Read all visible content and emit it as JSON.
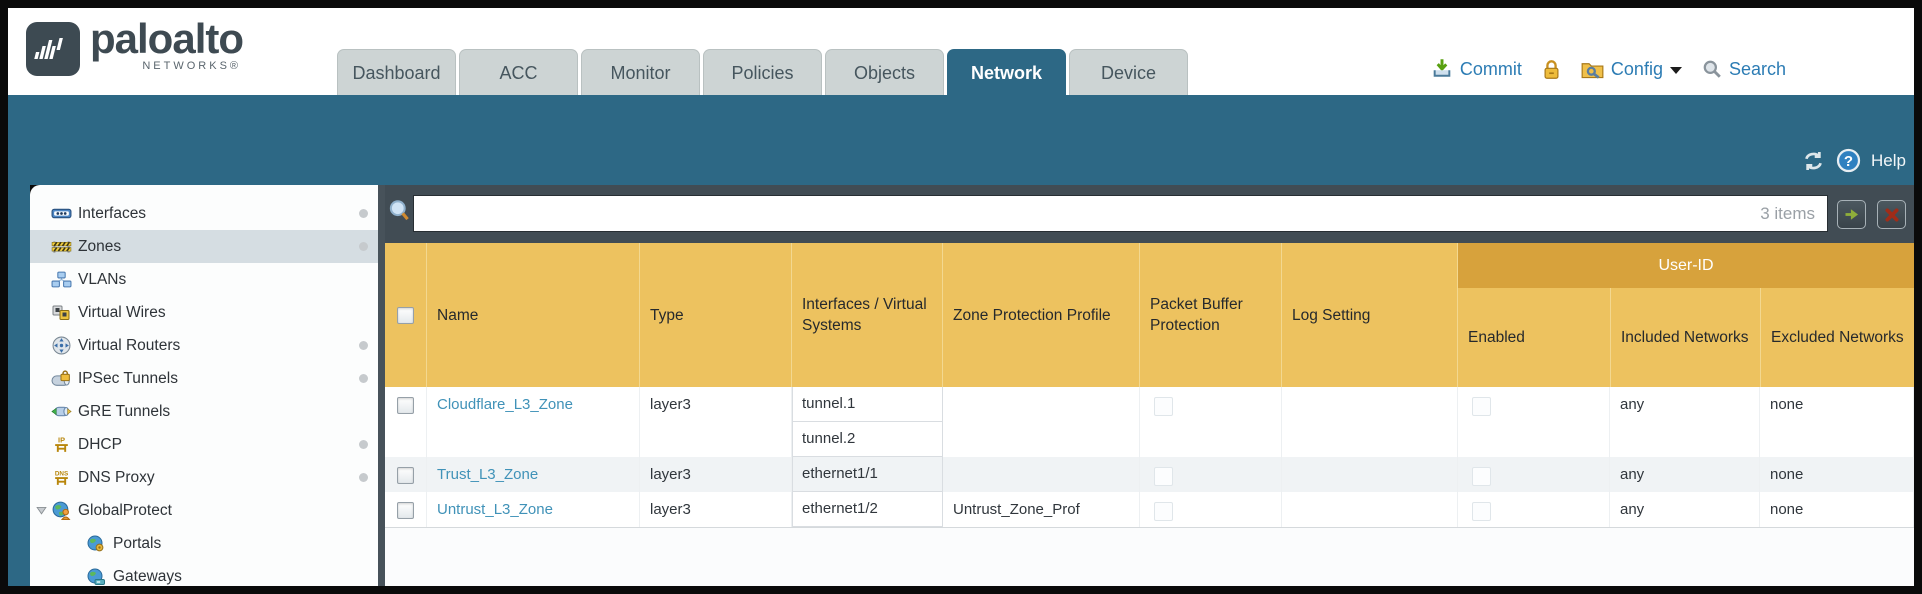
{
  "brand": {
    "name": "paloalto",
    "sub": "NETWORKS®"
  },
  "nav": {
    "tabs": [
      {
        "label": "Dashboard",
        "active": false
      },
      {
        "label": "ACC",
        "active": false
      },
      {
        "label": "Monitor",
        "active": false
      },
      {
        "label": "Policies",
        "active": false
      },
      {
        "label": "Objects",
        "active": false
      },
      {
        "label": "Network",
        "active": true
      },
      {
        "label": "Device",
        "active": false
      }
    ]
  },
  "utility": {
    "commit": "Commit",
    "config": "Config",
    "search": "Search"
  },
  "band": {
    "help": "Help"
  },
  "sidebar": {
    "items": [
      {
        "label": "Interfaces",
        "dot": true
      },
      {
        "label": "Zones",
        "dot": true,
        "selected": true
      },
      {
        "label": "VLANs",
        "dot": false
      },
      {
        "label": "Virtual Wires",
        "dot": false
      },
      {
        "label": "Virtual Routers",
        "dot": true
      },
      {
        "label": "IPSec Tunnels",
        "dot": true
      },
      {
        "label": "GRE Tunnels",
        "dot": false
      },
      {
        "label": "DHCP",
        "dot": true
      },
      {
        "label": "DNS Proxy",
        "dot": true
      },
      {
        "label": "GlobalProtect",
        "dot": false,
        "expanded": true
      },
      {
        "label": "Portals",
        "dot": false,
        "child": true
      },
      {
        "label": "Gateways",
        "dot": false,
        "child": true
      }
    ]
  },
  "filter": {
    "value": "",
    "count": "3 items"
  },
  "table": {
    "group_header": "User-ID",
    "columns": {
      "name": "Name",
      "type": "Type",
      "interfaces": "Interfaces / Virtual Systems",
      "zpp": "Zone Protection Profile",
      "pbp": "Packet Buffer Protection",
      "log": "Log Setting",
      "enabled": "Enabled",
      "included": "Included Networks",
      "excluded": "Excluded Networks"
    },
    "rows": [
      {
        "name": "Cloudflare_L3_Zone",
        "type": "layer3",
        "interfaces": [
          "tunnel.1",
          "tunnel.2"
        ],
        "zpp": "",
        "pbp_checked": false,
        "log": "",
        "enabled_checked": false,
        "included": "any",
        "excluded": "none"
      },
      {
        "name": "Trust_L3_Zone",
        "type": "layer3",
        "interfaces": [
          "ethernet1/1"
        ],
        "zpp": "",
        "pbp_checked": false,
        "log": "",
        "enabled_checked": false,
        "included": "any",
        "excluded": "none"
      },
      {
        "name": "Untrust_L3_Zone",
        "type": "layer3",
        "interfaces": [
          "ethernet1/2"
        ],
        "zpp": "Untrust_Zone_Prof",
        "pbp_checked": false,
        "log": "",
        "enabled_checked": false,
        "included": "any",
        "excluded": "none"
      }
    ]
  }
}
